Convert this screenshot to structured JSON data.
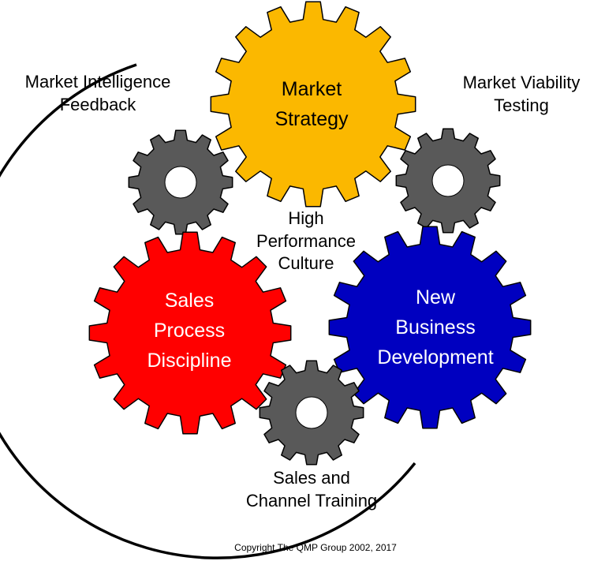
{
  "colors": {
    "ring": "#000000",
    "strategy_gear": "#fbb800",
    "sales_gear": "#ff0000",
    "business_gear": "#0000c0",
    "small_gear": "#595959",
    "gear_outline": "#000000",
    "hole": "#ffffff"
  },
  "gears": {
    "strategy": {
      "label_lines": [
        "Market",
        "Strategy"
      ],
      "icon": "gear-icon"
    },
    "sales": {
      "label_lines": [
        "Sales",
        "Process",
        "Discipline"
      ],
      "icon": "gear-icon"
    },
    "business": {
      "label_lines": [
        "New",
        "Business",
        "Development"
      ],
      "icon": "gear-icon"
    },
    "small_gears_icon": "gear-icon"
  },
  "labels": {
    "intelligence": [
      "Market Intelligence",
      "Feedback"
    ],
    "viability": [
      "Market Viability",
      "Testing"
    ],
    "culture": [
      "High",
      "Performance",
      "Culture"
    ],
    "training": [
      "Sales and",
      "Channel Training"
    ]
  },
  "copyright": "Copyright The QMP Group 2002, 2017"
}
